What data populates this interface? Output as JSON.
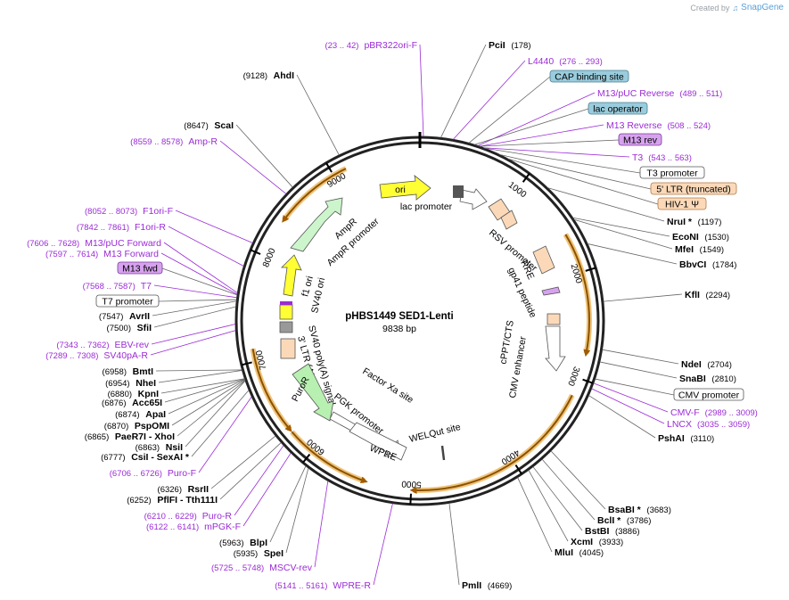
{
  "credit": {
    "prefix": "Created by",
    "brand": "SnapGene"
  },
  "plasmid": {
    "name": "pHBS1449 SED1-Lenti",
    "length": "9838 bp",
    "total_bp": 9838
  },
  "ticks": [
    "1000",
    "2000",
    "3000",
    "4000",
    "5000",
    "6000",
    "7000",
    "8000",
    "9000"
  ],
  "enzymes_right": [
    {
      "name": "PciI",
      "pos": "(178)"
    },
    {
      "name": "NruI *",
      "pos": "(1197)"
    },
    {
      "name": "EcoNI",
      "pos": "(1530)"
    },
    {
      "name": "MfeI",
      "pos": "(1549)"
    },
    {
      "name": "BbvCI",
      "pos": "(1784)"
    },
    {
      "name": "KflI",
      "pos": "(2294)"
    },
    {
      "name": "NdeI",
      "pos": "(2704)"
    },
    {
      "name": "SnaBI",
      "pos": "(2810)"
    },
    {
      "name": "PshAI",
      "pos": "(3110)"
    },
    {
      "name": "BsaBI *",
      "pos": "(3683)"
    },
    {
      "name": "BclI *",
      "pos": "(3786)"
    },
    {
      "name": "BstBI",
      "pos": "(3886)"
    },
    {
      "name": "XcmI",
      "pos": "(3933)"
    },
    {
      "name": "MluI",
      "pos": "(4045)"
    },
    {
      "name": "PmlI",
      "pos": "(4669)"
    }
  ],
  "enzymes_left": [
    {
      "name": "AhdI",
      "pos": "(9128)"
    },
    {
      "name": "ScaI",
      "pos": "(8647)"
    },
    {
      "name": "AvrII",
      "pos": "(7547)"
    },
    {
      "name": "SfiI",
      "pos": "(7500)"
    },
    {
      "name": "BmtI",
      "pos": "(6958)"
    },
    {
      "name": "NheI",
      "pos": "(6954)"
    },
    {
      "name": "KpnI",
      "pos": "(6880)"
    },
    {
      "name": "Acc65I",
      "pos": "(6876)"
    },
    {
      "name": "ApaI",
      "pos": "(6874)"
    },
    {
      "name": "PspOMI",
      "pos": "(6870)"
    },
    {
      "name": "PaeR7I - XhoI",
      "pos": "(6865)"
    },
    {
      "name": "NsiI",
      "pos": "(6863)"
    },
    {
      "name": "CsiI - SexAI *",
      "pos": "(6777)"
    },
    {
      "name": "RsrII",
      "pos": "(6326)"
    },
    {
      "name": "PflFI - Tth111I",
      "pos": "(6252)"
    },
    {
      "name": "BlpI",
      "pos": "(5963)"
    },
    {
      "name": "SpeI",
      "pos": "(5935)"
    }
  ],
  "primers": [
    {
      "name": "pBR322ori-F",
      "range": "(23 .. 42)"
    },
    {
      "name": "L4440",
      "range": "(276 .. 293)"
    },
    {
      "name": "M13/pUC Reverse",
      "range": "(489 .. 511)"
    },
    {
      "name": "M13 Reverse",
      "range": "(508 .. 524)"
    },
    {
      "name": "T3",
      "range": "(543 .. 563)"
    },
    {
      "name": "CMV-F",
      "range": "(2989 .. 3009)"
    },
    {
      "name": "LNCX",
      "range": "(3035 .. 3059)"
    },
    {
      "name": "Amp-R",
      "range": "(8559 .. 8578)"
    },
    {
      "name": "F1ori-F",
      "range": "(8052 .. 8073)"
    },
    {
      "name": "F1ori-R",
      "range": "(7842 .. 7861)"
    },
    {
      "name": "M13/pUC Forward",
      "range": "(7606 .. 7628)"
    },
    {
      "name": "M13 Forward",
      "range": "(7597 .. 7614)"
    },
    {
      "name": "T7",
      "range": "(7568 .. 7587)"
    },
    {
      "name": "EBV-rev",
      "range": "(7343 .. 7362)"
    },
    {
      "name": "SV40pA-R",
      "range": "(7289 .. 7308)"
    },
    {
      "name": "Puro-F",
      "range": "(6706 .. 6726)"
    },
    {
      "name": "Puro-R",
      "range": "(6210 .. 6229)"
    },
    {
      "name": "mPGK-F",
      "range": "(6122 .. 6141)"
    },
    {
      "name": "MSCV-rev",
      "range": "(5725 .. 5748)"
    },
    {
      "name": "WPRE-R",
      "range": "(5141 .. 5161)"
    }
  ],
  "boxes_right": [
    {
      "label": "CAP binding site",
      "style": "blue"
    },
    {
      "label": "lac operator",
      "style": "blue"
    },
    {
      "label": "M13 rev",
      "style": "purple"
    },
    {
      "label": "T3 promoter",
      "style": "white"
    },
    {
      "label": "5' LTR (truncated)",
      "style": "peach"
    },
    {
      "label": "HIV-1 Ψ",
      "style": "peach"
    },
    {
      "label": "CMV promoter",
      "style": "white"
    }
  ],
  "boxes_left": [
    {
      "label": "M13 fwd",
      "style": "purple"
    },
    {
      "label": "T7 promoter",
      "style": "white"
    }
  ],
  "inner_labels": {
    "ori": "ori",
    "lac_promoter": "lac promoter",
    "rsv_promoter": "RSV promoter",
    "rre": "RRE",
    "gp41": "gp41 peptide",
    "cppt": "cPPT/CTS",
    "cmv_enh": "CMV enhancer",
    "ampr": "AmpR",
    "ampr_promoter": "AmpR promoter",
    "f1_ori": "f1 ori",
    "sv40_ori": "SV40 ori",
    "sv40_polya": "SV40 poly(A) signal",
    "ltr3": "3' LTR (ΔU3)",
    "puror": "PuroR",
    "pgk": "PGK promoter",
    "wpre": "WPRE",
    "factor_xa": "Factor Xa site",
    "welqut": "WELQut site"
  },
  "colors": {
    "backbone": "#222222",
    "orf": "#f0b45a",
    "ori_yellow": "#ffff33",
    "ampr_green": "#ccf5cc",
    "puror_green": "#b7f0b0",
    "ltr_peach": "#fbd9b8",
    "primer_purple": "#9b2bd6",
    "box_blue": "#99ccdd",
    "box_purple": "#d6a2ee"
  }
}
